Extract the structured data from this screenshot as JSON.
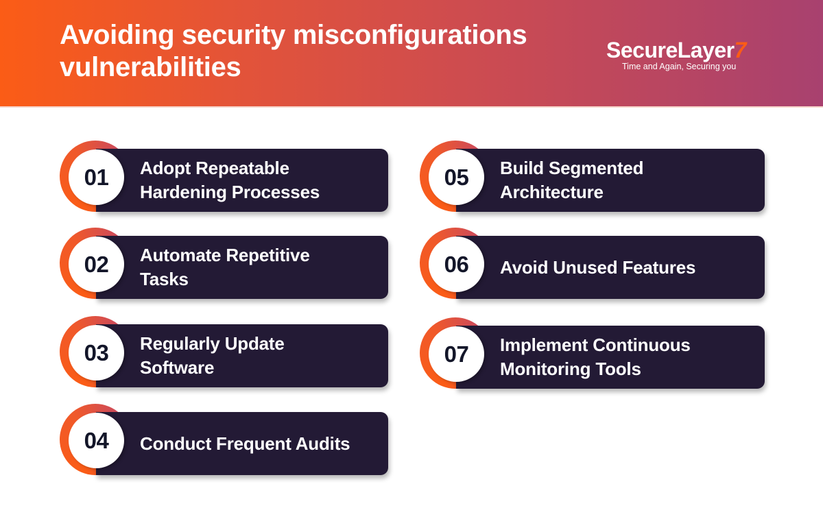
{
  "header": {
    "title": "Avoiding security misconfigurations vulnerabilities",
    "gradient_start": "#fb5c16",
    "gradient_end": "#a8416f"
  },
  "logo": {
    "name_main": "SecureLayer",
    "name_accent": "7",
    "tagline": "Time and Again, Securing you"
  },
  "colors": {
    "card_bg": "#231a35",
    "ring_orange": "#fb5c16",
    "ring_pink": "#cd4a5a",
    "number_text": "#131629"
  },
  "items": [
    {
      "number": "01",
      "label": "Adopt Repeatable Hardening Processes"
    },
    {
      "number": "02",
      "label": "Automate Repetitive Tasks"
    },
    {
      "number": "03",
      "label": "Regularly Update Software"
    },
    {
      "number": "04",
      "label": "Conduct Frequent Audits"
    },
    {
      "number": "05",
      "label": "Build Segmented Architecture"
    },
    {
      "number": "06",
      "label": "Avoid Unused Features"
    },
    {
      "number": "07",
      "label": "Implement Continuous Monitoring Tools"
    }
  ]
}
